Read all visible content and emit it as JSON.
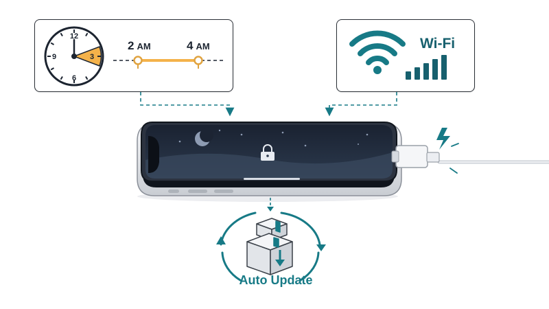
{
  "schedule": {
    "clock_numbers": [
      "12",
      "3",
      "6",
      "9"
    ],
    "start_hour": "2",
    "start_suffix": "AM",
    "end_hour": "4",
    "end_suffix": "AM"
  },
  "wifi": {
    "label": "Wi-Fi",
    "signal_bars": 5
  },
  "update": {
    "label": "Auto Update"
  },
  "colors": {
    "accent": "#177a86",
    "highlight": "#f4b24a",
    "outline": "#2a2f36",
    "screen": "#1f2a3a"
  },
  "icons": [
    "clock-icon",
    "wifi-icon",
    "signal-bars-icon",
    "lock-icon",
    "moon-icon",
    "charging-bolt-icon",
    "package-icon",
    "download-arrow-icon",
    "cycle-arrows-icon"
  ]
}
